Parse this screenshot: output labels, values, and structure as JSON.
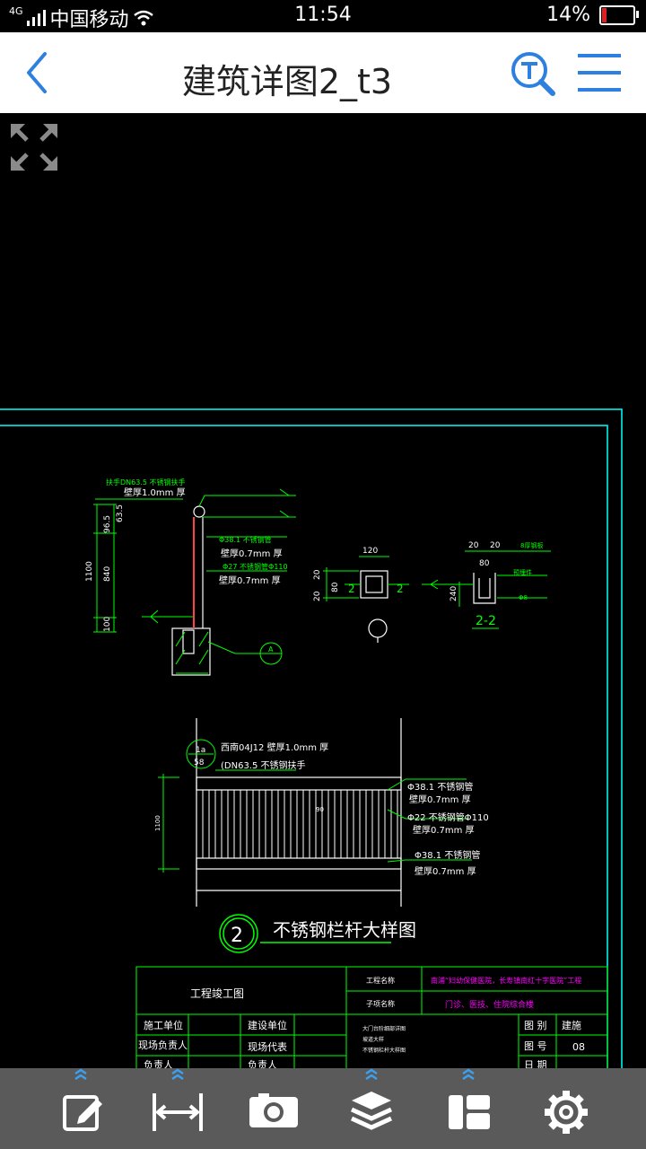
{
  "status_bar": {
    "network": "4G",
    "carrier": "中国移动",
    "time": "11:54",
    "battery": "14%",
    "battery_level": 0.14
  },
  "header": {
    "title": "建筑详图2_t3",
    "back_icon": "chevron-left-icon",
    "search_icon": "text-search-icon",
    "menu_icon": "hamburger-menu-icon"
  },
  "drawing": {
    "fullscreen_icon": "fullscreen-icon",
    "section_label": "2-2",
    "detail_number": "2",
    "detail_title": "不锈钢栏杆大样图",
    "callout_a": "A",
    "dims_left": [
      "1100",
      "96.5",
      "63.5",
      "840",
      "100"
    ],
    "dims_right": [
      "120",
      "20",
      "20",
      "80",
      "20",
      "80",
      "20",
      "240"
    ],
    "section_marks": [
      "2",
      "2"
    ],
    "annotations_top": [
      "扶手DN63.5 不锈钢扶手",
      "壁厚1.0mm   厚",
      "Φ38.1 不锈钢管",
      "壁厚0.7mm    厚",
      "Φ27 不锈钢管Φ110",
      "壁厚0.7mm    厚"
    ],
    "annotations_right_section": [
      "8厚钢板",
      "预埋件",
      "Φ8"
    ],
    "annotations_bottom": [
      "西南04J12   壁厚1.0mm    厚",
      "(DN63.5     不锈钢扶手",
      "Φ38.1  不锈钢管",
      "壁厚0.7mm    厚",
      "Φ22  不锈钢管Φ110",
      "壁厚0.7mm    厚",
      "Φ38.1  不锈钢管",
      "壁厚0.7mm    厚"
    ],
    "detail_index": [
      "1a",
      "58"
    ],
    "height_label": "1100",
    "mid_label": "90",
    "title_block": {
      "stamp": "工程竣工图",
      "project_name_label": "工程名称",
      "project_name_value": "南浦“妇幼保健医院，长寿镇南红十字医院”工程",
      "item_name_label": "子项名称",
      "item_name_value": "门诊、医技、住院综合楼",
      "rows": [
        {
          "left": "施工单位",
          "right": "建设单位"
        },
        {
          "left": "现场负责人",
          "right": "现场代表"
        },
        {
          "left": "负责人",
          "right": "负责人"
        }
      ],
      "notes": [
        "大门台阶细部详图",
        "坡道大样",
        "不锈钢栏杆大样图"
      ],
      "drawing_type_label": "图 别",
      "drawing_type_value": "建施",
      "drawing_no_label": "图 号",
      "drawing_no_value": "08",
      "date_label": "日 期"
    }
  },
  "toolbar": {
    "items": [
      {
        "name": "edit",
        "icon": "edit-icon"
      },
      {
        "name": "measure",
        "icon": "measure-icon"
      },
      {
        "name": "camera",
        "icon": "camera-icon"
      },
      {
        "name": "layers",
        "icon": "layers-icon"
      },
      {
        "name": "layout",
        "icon": "layout-icon"
      },
      {
        "name": "settings",
        "icon": "gear-icon"
      }
    ]
  },
  "colors": {
    "cad_green": "#00ff00",
    "cad_cyan": "#00ffff",
    "cad_white": "#ffffff",
    "cad_magenta": "#ff00ff",
    "accent_blue": "#2d7fe0",
    "toolbar_bg": "#5a5a5a"
  }
}
